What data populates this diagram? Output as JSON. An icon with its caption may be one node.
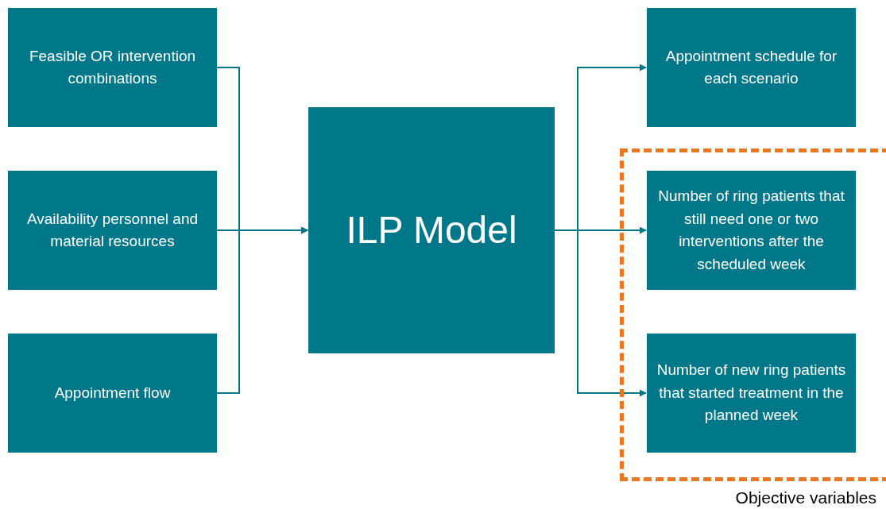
{
  "diagram": {
    "nodes": [
      {
        "text": [
          "Feasible OR intervention combinations"
        ]
      },
      {
        "text": [
          "Availability personnel and material resources"
        ]
      },
      {
        "text": [
          "Appointment flow"
        ]
      },
      {
        "text": [
          "ILP Model"
        ]
      },
      {
        "text": [
          "Appointment schedule for each scenario"
        ]
      },
      {
        "text": [
          "Objective variables"
        ]
      },
      {
        "text": [
          "Number of ring patients that still need one or two interventions after the scheduled week"
        ],
        "in": 5
      },
      {
        "text": [
          "Number of new ring patients that started treatment in the planned week"
        ],
        "in": 5
      }
    ],
    "edges": [
      {
        "from": 0,
        "to": 3,
        "arrow": "to"
      },
      {
        "from": 1,
        "to": 3,
        "arrow": "to"
      },
      {
        "from": 2,
        "to": 3,
        "arrow": "to"
      },
      {
        "from": 3,
        "to": 4,
        "arrow": "to"
      },
      {
        "from": 3,
        "to": 6,
        "arrow": "to"
      },
      {
        "from": 3,
        "to": 7,
        "arrow": "to"
      }
    ]
  }
}
